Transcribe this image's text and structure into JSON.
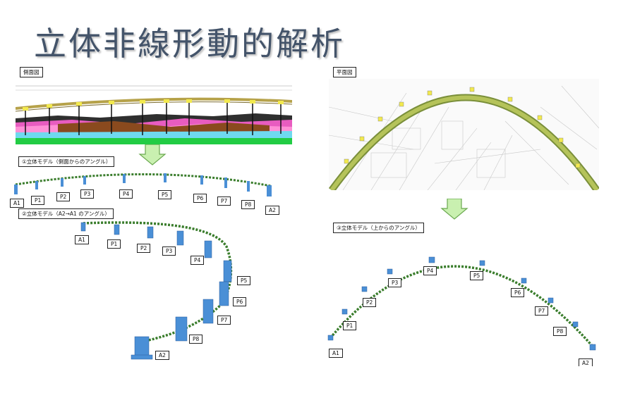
{
  "title": "立体非線形動的解析",
  "side_view": {
    "label": "側面図"
  },
  "plan_view": {
    "label": "平面図"
  },
  "model_side": {
    "label": "①立体モデル（側面からのアングル）",
    "piers": [
      "A1",
      "P1",
      "P2",
      "P3",
      "P4",
      "P5",
      "P6",
      "P7",
      "P8",
      "A2"
    ]
  },
  "model_a2a1": {
    "label": "②立体モデル（A2→A1 のアングル）",
    "piers": [
      "A1",
      "P1",
      "P2",
      "P3",
      "P4",
      "P5",
      "P6",
      "P7",
      "P8",
      "A2"
    ]
  },
  "model_top": {
    "label": "③立体モデル（上からのアングル）",
    "piers": [
      "A1",
      "P1",
      "P2",
      "P3",
      "P4",
      "P5",
      "P6",
      "P7",
      "P8",
      "A2"
    ]
  },
  "colors": {
    "title": "#44546a",
    "girder": "#3a7d2c",
    "pier": "#4a8fd6",
    "arrow_fill": "#c9f0b0",
    "arrow_stroke": "#6aa84f"
  }
}
